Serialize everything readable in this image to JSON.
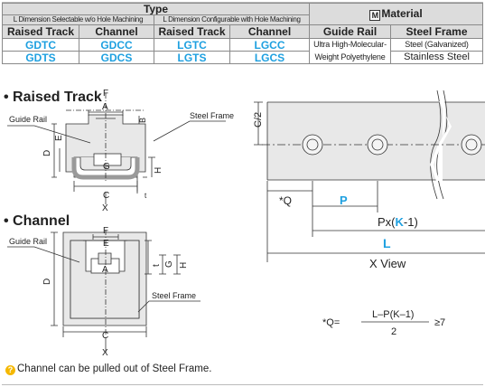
{
  "table": {
    "type_header": "Type",
    "sub_headers": [
      "L Dimension Selectable w/o Hole Machining",
      "L Dimension Configurable with Hole Machining"
    ],
    "material_icon": "M",
    "material_header": "Material",
    "columns": [
      "Raised Track",
      "Channel",
      "Raised Track",
      "Channel",
      "Guide Rail",
      "Steel Frame"
    ],
    "rows": [
      [
        "GDTC",
        "GDCC",
        "LGTC",
        "LGCC",
        "Ultra High-Molecular-",
        "Steel (Galvanized)"
      ],
      [
        "GDTS",
        "GDCS",
        "LGTS",
        "LGCS",
        "Weight Polyethylene",
        "Stainless Steel"
      ]
    ]
  },
  "diagrams": {
    "raised_track_title": "• Raised Track",
    "channel_title": "• Channel",
    "guide_rail": "Guide Rail",
    "steel_frame": "Steel Frame",
    "dims": {
      "F": "F",
      "A": "A",
      "B": "B",
      "D": "D",
      "E": "E",
      "G": "G",
      "H": "H",
      "C": "C",
      "X": "X",
      "t": "t"
    },
    "x_view": {
      "c2": "C/2",
      "q": "*Q",
      "p": "P",
      "px_pre": "Px(",
      "px_k": "K",
      "px_post": "-1)",
      "l": "L",
      "label": "X View"
    },
    "formula": {
      "lhs": "*Q=",
      "numerator": "L–P(K–1)",
      "denominator": "2",
      "rhs": "≥7"
    }
  },
  "note": {
    "icon": "?",
    "text": "Channel can be pulled out of Steel Frame."
  },
  "colors": {
    "accent": "#1ea0e0",
    "header_bg": "#dcdcdc",
    "frame_fill": "#e8e8e8"
  }
}
